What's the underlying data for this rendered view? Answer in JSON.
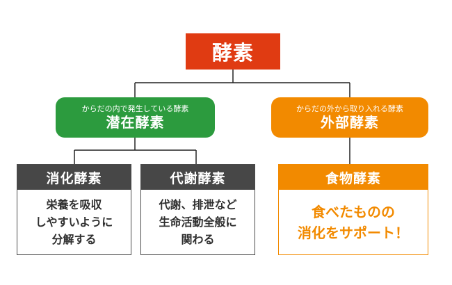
{
  "colors": {
    "root": "#e03b12",
    "inner_group": "#2c9b3e",
    "outer_group": "#f28a00",
    "category_header": "#474747",
    "connector": "#222222"
  },
  "root": {
    "label": "酵素"
  },
  "groups": [
    {
      "subtitle": "からだの内で発生している酵素",
      "title": "潜在酵素",
      "children": [
        {
          "title": "消化酵素",
          "lines": [
            "栄養を吸収",
            "しやすいように",
            "分解する"
          ]
        },
        {
          "title": "代謝酵素",
          "lines": [
            "代謝、排泄など",
            "生命活動全般に",
            "関わる"
          ]
        }
      ]
    },
    {
      "subtitle": "からだの外から取り入れる酵素",
      "title": "外部酵素",
      "children": [
        {
          "title": "食物酵素",
          "lines": [
            "食べたものの",
            "消化をサポート！"
          ]
        }
      ]
    }
  ]
}
